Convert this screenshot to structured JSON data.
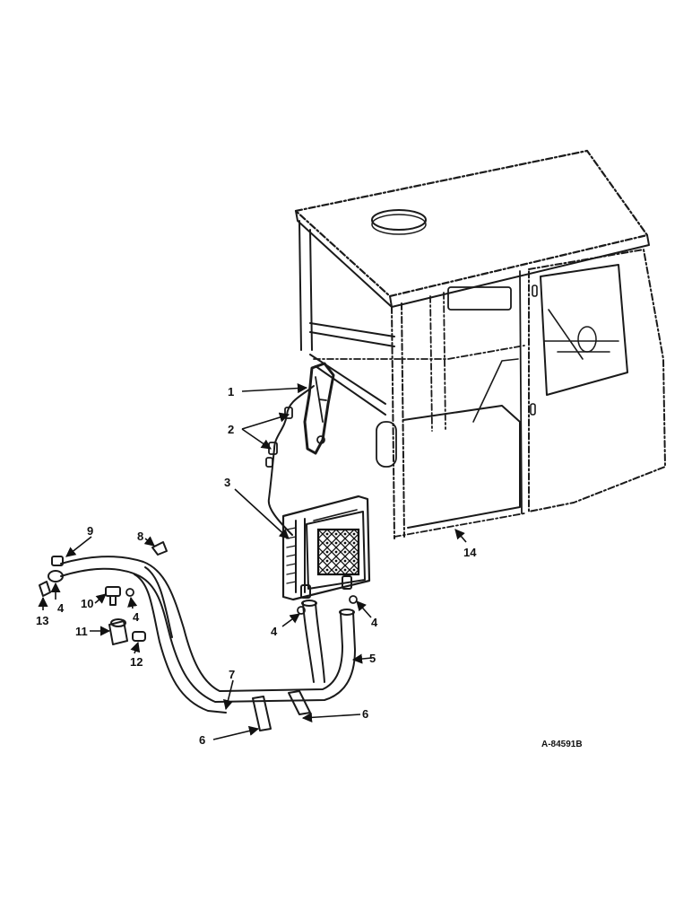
{
  "figure_id": "A-84591B",
  "callouts": [
    {
      "num": "1"
    },
    {
      "num": "2"
    },
    {
      "num": "3"
    },
    {
      "num": "4"
    },
    {
      "num": "4"
    },
    {
      "num": "4"
    },
    {
      "num": "4"
    },
    {
      "num": "5"
    },
    {
      "num": "6"
    },
    {
      "num": "6"
    },
    {
      "num": "7"
    },
    {
      "num": "8"
    },
    {
      "num": "9"
    },
    {
      "num": "10"
    },
    {
      "num": "11"
    },
    {
      "num": "12"
    },
    {
      "num": "13"
    },
    {
      "num": "14"
    }
  ]
}
